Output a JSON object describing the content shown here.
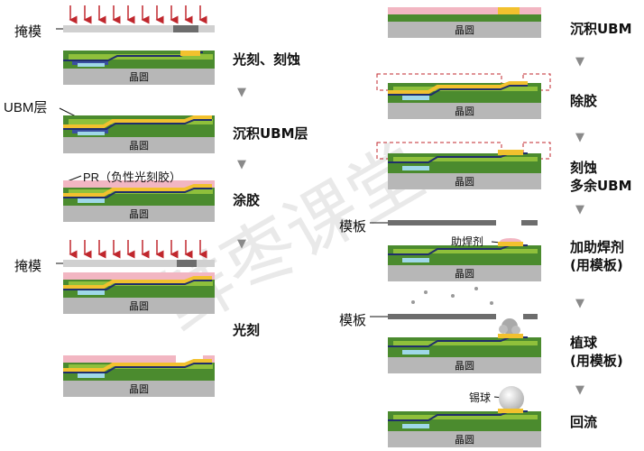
{
  "watermark": "鲜枣课堂",
  "left": {
    "mask_label": "掩模",
    "ubm_label": "UBM层",
    "pr_label": "PR（负性光刻胶）",
    "mask_label_2": "掩模",
    "steps": [
      "光刻、刻蚀",
      "沉积UBM层",
      "涂胶",
      "光刻"
    ],
    "wafer": "晶圆"
  },
  "right": {
    "steps": [
      "沉积UBM",
      "除胶",
      "刻蚀",
      "多余UBM",
      "加助焊剂",
      "(用模板)",
      "植球",
      "(用模板)",
      "回流"
    ],
    "stencil_label": "模板",
    "flux_label": "助焊剂",
    "stencil_label_2": "模板",
    "solder_ball_label": "锡球",
    "wafer": "晶圆"
  }
}
